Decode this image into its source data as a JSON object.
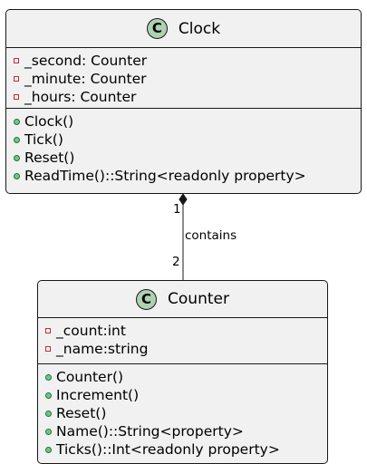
{
  "classes": {
    "clock": {
      "name": "Clock",
      "stereotype": "C",
      "fields": [
        {
          "visibility": "private",
          "text": "_second: Counter"
        },
        {
          "visibility": "private",
          "text": "_minute: Counter"
        },
        {
          "visibility": "private",
          "text": "_hours: Counter"
        }
      ],
      "methods": [
        {
          "visibility": "public",
          "text": "Clock()"
        },
        {
          "visibility": "public",
          "text": "Tick()"
        },
        {
          "visibility": "public",
          "text": "Reset()"
        },
        {
          "visibility": "public",
          "text": "ReadTime()::String<readonly property>"
        }
      ]
    },
    "counter": {
      "name": "Counter",
      "stereotype": "C",
      "fields": [
        {
          "visibility": "private",
          "text": "_count:int"
        },
        {
          "visibility": "private",
          "text": "_name:string"
        }
      ],
      "methods": [
        {
          "visibility": "public",
          "text": "Counter()"
        },
        {
          "visibility": "public",
          "text": "Increment()"
        },
        {
          "visibility": "public",
          "text": "Reset()"
        },
        {
          "visibility": "public",
          "text": "Name()::String<property>"
        },
        {
          "visibility": "public",
          "text": "Ticks()::Int<readonly property>"
        }
      ]
    }
  },
  "relation": {
    "type": "composition",
    "label": "contains",
    "source_multiplicity": "1",
    "target_multiplicity": "2"
  },
  "colors": {
    "class_fill": "#f1f1f1",
    "border": "#181818",
    "stereotype_circle": "#add1b2",
    "private_marker": "#c82930",
    "public_marker": "#84be84"
  }
}
